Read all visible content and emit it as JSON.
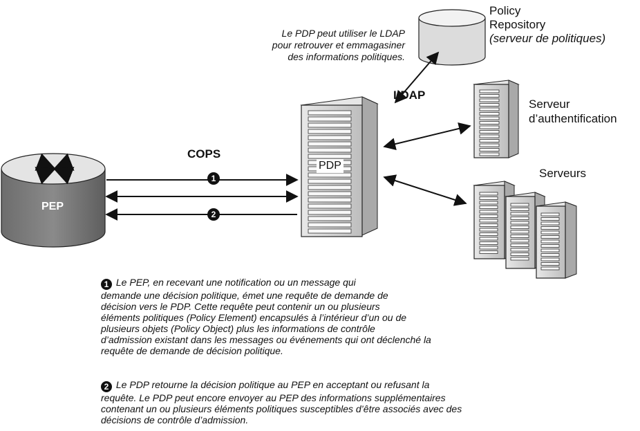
{
  "policy_repository": {
    "title_line1": "Policy",
    "title_line2": "Repository",
    "subtitle": "(serveur de politiques)"
  },
  "ldap_note": {
    "line1": "Le PDP peut utiliser le LDAP",
    "line2": "pour retrouver et emmagasiner",
    "line3": "des informations politiques."
  },
  "labels": {
    "ldap": "LDAP",
    "cops": "COPS",
    "pdp": "PDP",
    "pep": "PEP",
    "auth_server_line1": "Serveur",
    "auth_server_line2": "d’authentification",
    "servers": "Serveurs"
  },
  "steps": [
    {
      "number": "1",
      "lines": [
        "Le PEP, en recevant une notification ou un message qui",
        "demande une décision politique, émet une requête de demande de",
        "décision vers le PDP. Cette requête peut contenir un ou plusieurs",
        "éléments politiques (Policy Element) encapsulés à l’intérieur d’un ou de",
        "plusieurs objets (Policy Object) plus les informations de contrôle",
        "d’admission existant dans les messages ou événements qui ont déclenché la",
        "requête de demande de décision politique."
      ]
    },
    {
      "number": "2",
      "lines": [
        "Le PDP retourne la décision politique au PEP en acceptant ou refusant la",
        "requête. Le PDP peut encore envoyer au PEP des informations supplémentaires",
        "contenant un ou plusieurs éléments politiques susceptibles d’être associés avec des",
        "décisions de contrôle d’admission."
      ]
    }
  ]
}
